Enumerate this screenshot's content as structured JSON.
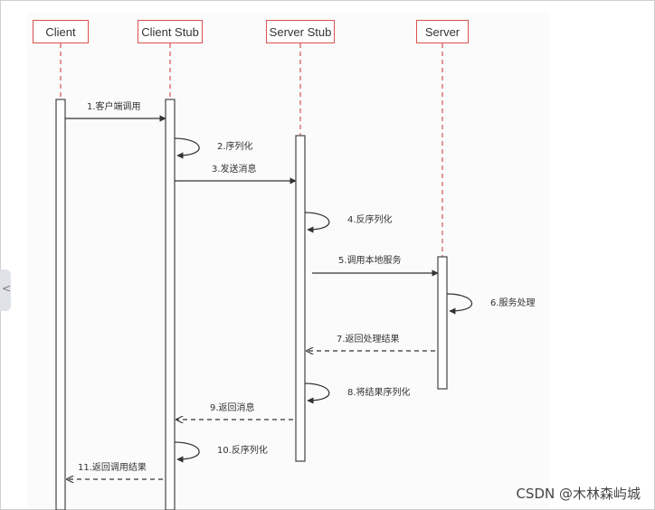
{
  "actors": {
    "client": "Client",
    "client_stub": "Client Stub",
    "server_stub": "Server Stub",
    "server": "Server"
  },
  "messages": {
    "m1": "1.客户端调用",
    "m2": "2.序列化",
    "m3": "3.发送消息",
    "m4": "4.反序列化",
    "m5": "5.调用本地服务",
    "m6": "6.服务处理",
    "m7": "7.返回处理结果",
    "m8": "8.将结果序列化",
    "m9": "9.返回消息",
    "m10": "10.反序列化",
    "m11": "11.返回调用结果"
  },
  "watermark": "CSDN @木林森屿城",
  "sidebar_toggle": "<",
  "colors": {
    "actor_border": "#d9534f",
    "lifeline": "#d9534f",
    "arrow": "#333333"
  }
}
